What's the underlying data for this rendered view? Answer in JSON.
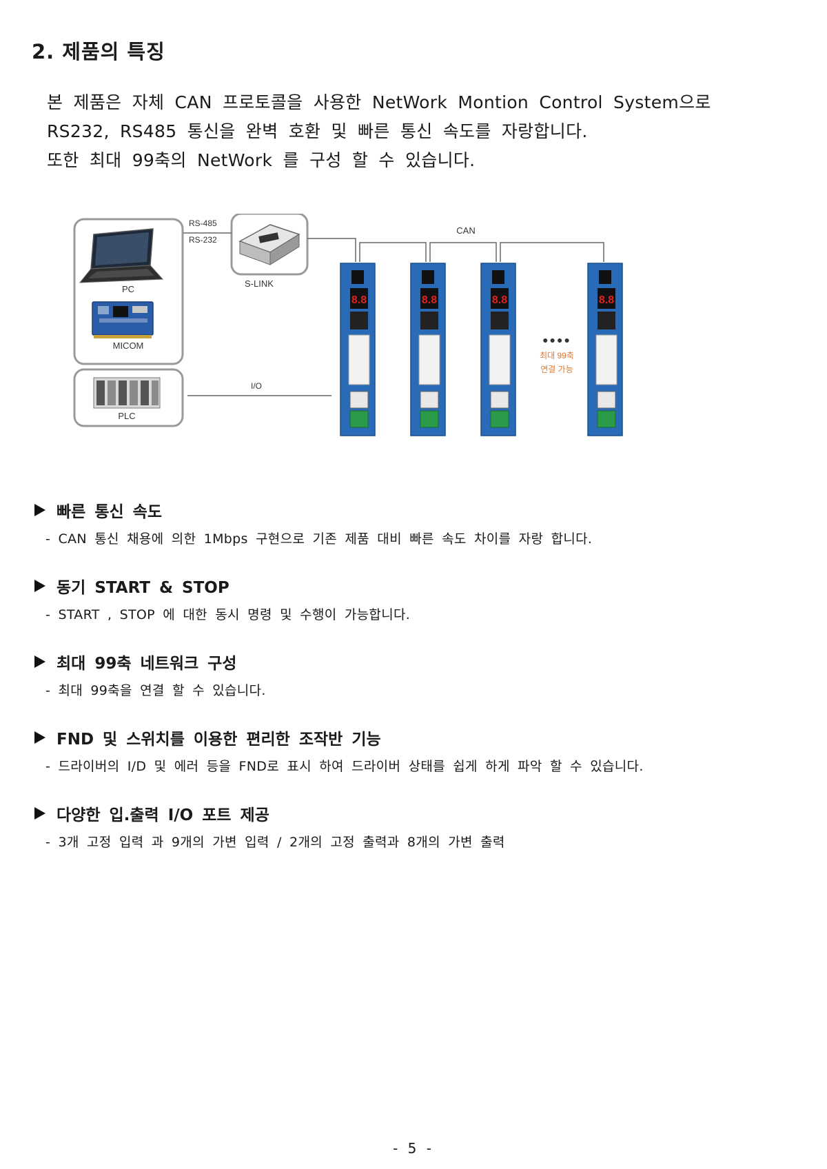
{
  "section_title": "2. 제품의 특징",
  "intro_lines": [
    "본 제품은 자체 CAN 프로토콜을 사용한 NetWork Montion Control System으로",
    "RS232, RS485 통신을 완벽 호환 및 빠른 통신 속도를 자랑합니다.",
    "또한 최대 99축의 NetWork 를 구성 할 수 있습니다."
  ],
  "diagram": {
    "pc_label": "PC",
    "micom_label": "MICOM",
    "plc_label": "PLC",
    "slink_label": "S-LINK",
    "rs485_label": "RS-485",
    "rs232_label": "RS-232",
    "can_label": "CAN",
    "io_label": "I/O",
    "fnd_display": "8.8",
    "dots": "●●●●",
    "max_axes_line1": "최대 99축",
    "max_axes_line2": "연결 가능",
    "colors": {
      "driver_blue": "#2a6bb8",
      "fnd_red": "#e02020",
      "accent_orange": "#e07830",
      "frame_gray": "#9a9a9a"
    }
  },
  "features": [
    {
      "heading": "빠른 통신 속도",
      "desc": "- CAN 통신 채용에 의한  1Mbps 구현으로 기존 제품 대비 빠른 속도 차이를 자랑 합니다."
    },
    {
      "heading": "동기 START & STOP",
      "desc": "- START , STOP 에 대한 동시 명령 및 수행이 가능합니다."
    },
    {
      "heading": "최대 99축 네트워크 구성",
      "desc": "- 최대 99축을 연결 할 수 있습니다."
    },
    {
      "heading": "FND 및 스위치를 이용한 편리한 조작반 기능",
      "desc": "- 드라이버의 I/D 및 에러 등을 FND로 표시 하여 드라이버 상태를 쉽게 하게 파악 할 수 있습니다."
    },
    {
      "heading": "다양한 입.출력 I/O 포트 제공",
      "desc": "- 3개 고정 입력 과 9개의 가변 입력 / 2개의 고정 출력과 8개의 가변 출력"
    }
  ],
  "page_number": "- 5 -"
}
